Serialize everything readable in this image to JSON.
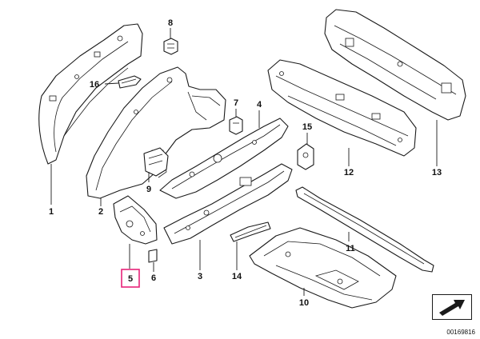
{
  "callouts": {
    "p1": "1",
    "p2": "2",
    "p3": "3",
    "p4": "4",
    "p5": "5",
    "p6": "6",
    "p7": "7",
    "p8": "8",
    "p9": "9",
    "p10": "10",
    "p11": "11",
    "p12": "12",
    "p13": "13",
    "p14": "14",
    "p15": "15",
    "p16": "16"
  },
  "highlighted_callout": "5",
  "document_number": "00169816",
  "colors": {
    "highlight": "#e8237a",
    "line": "#1a1a1a",
    "background": "#ffffff"
  }
}
